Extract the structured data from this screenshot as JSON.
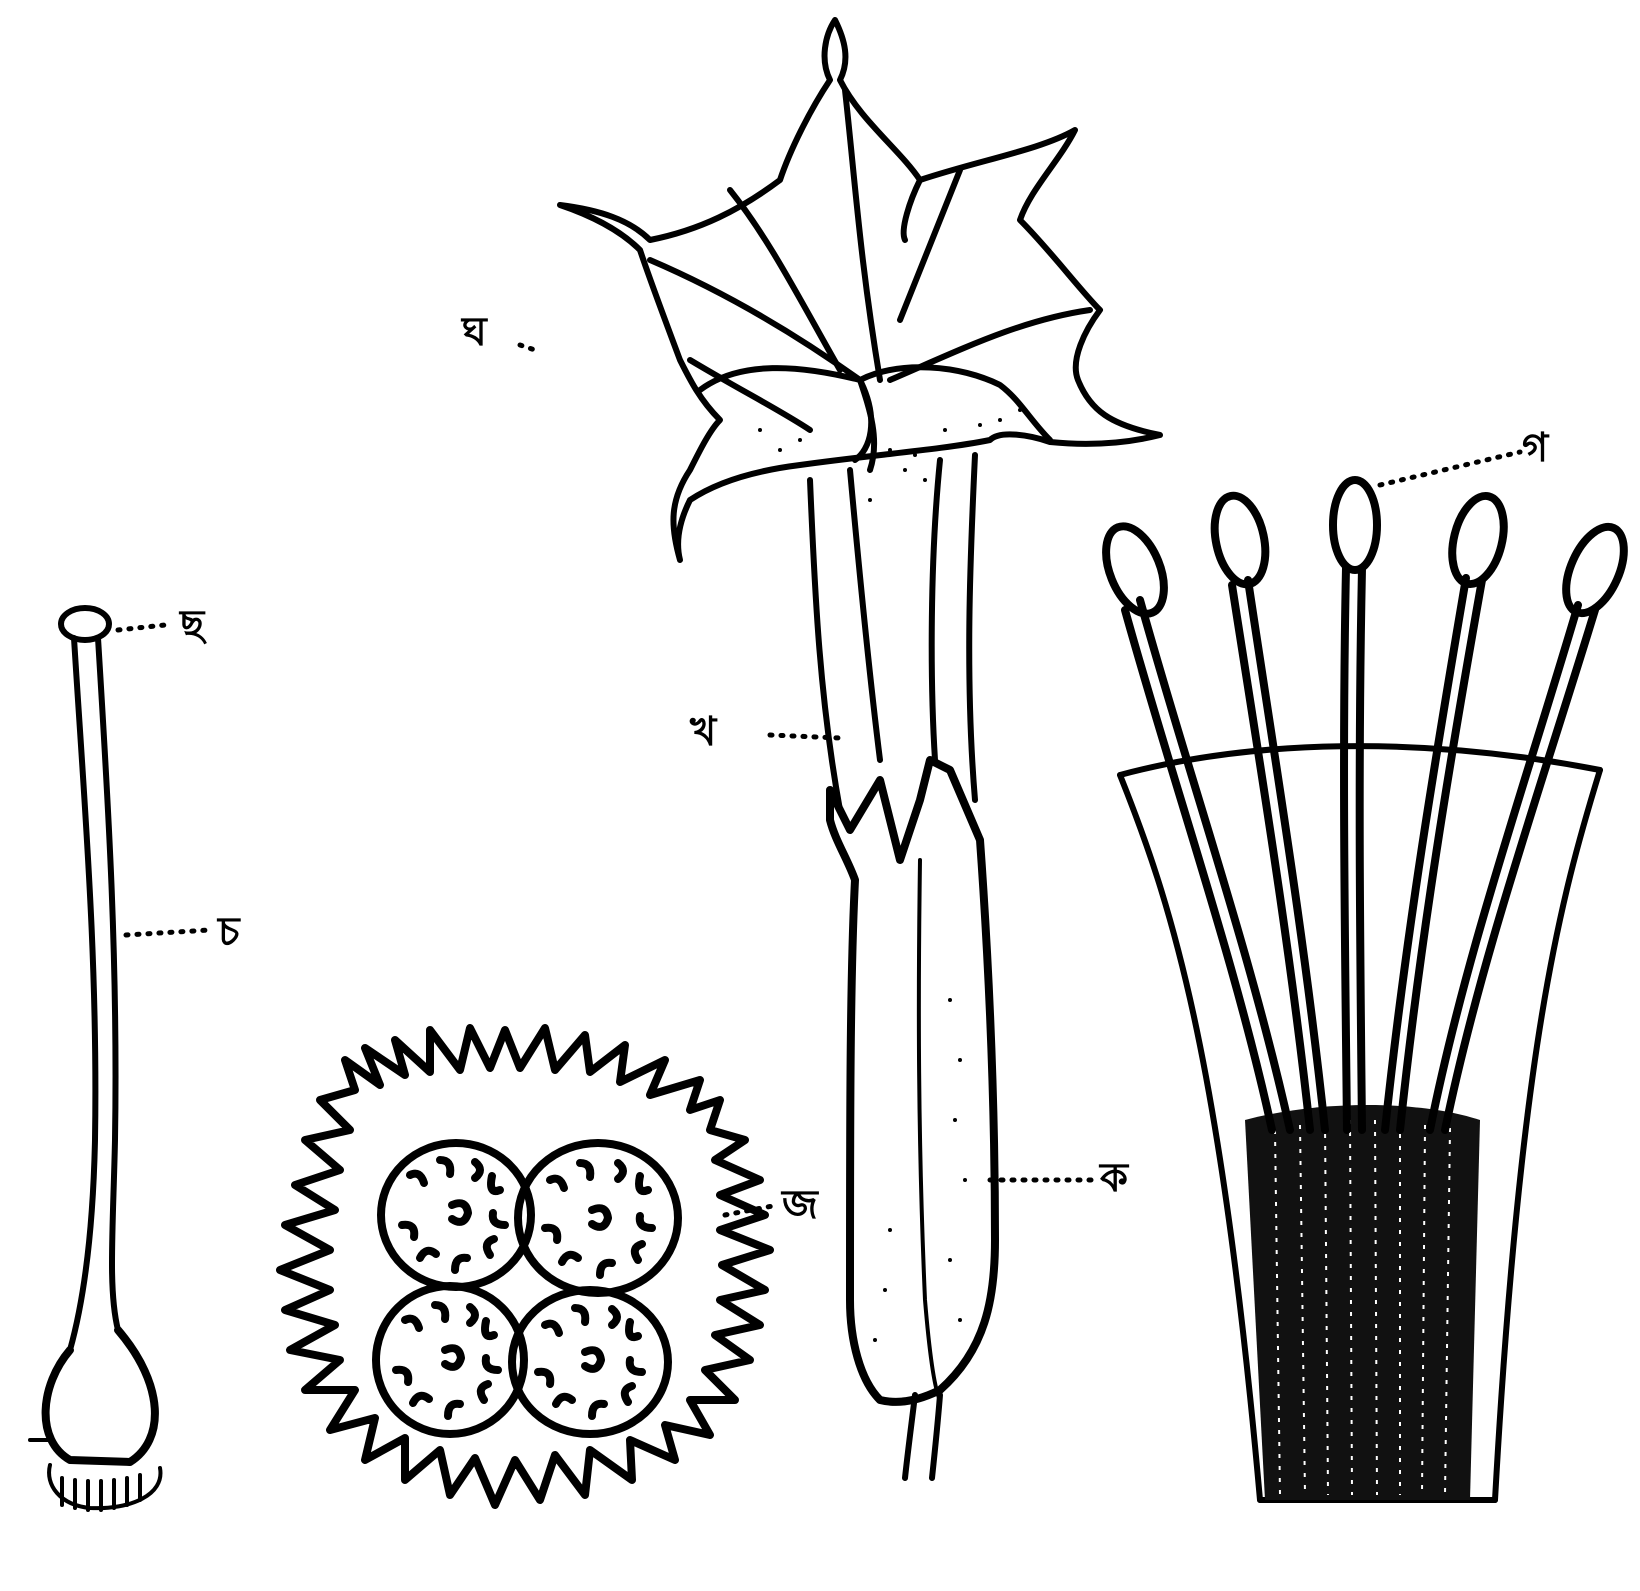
{
  "labels": {
    "ka": "ক",
    "kha": "খ",
    "ga": "গ",
    "gha": "ঘ",
    "ca": "চ",
    "cha": "ছ",
    "ja": "জ"
  }
}
